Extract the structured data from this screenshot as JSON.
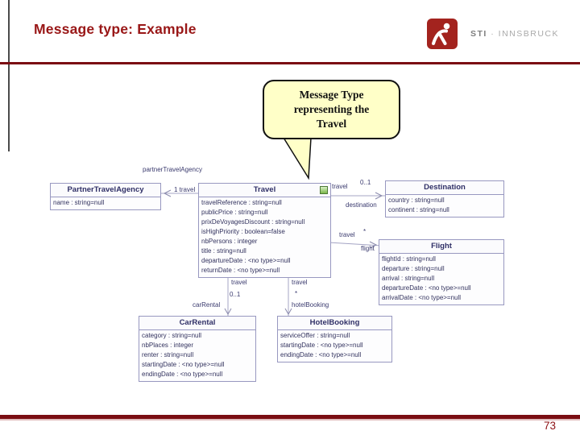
{
  "slide": {
    "title": "Message type: Example",
    "page_number": "73"
  },
  "logo": {
    "org": "STI",
    "city": "· INNSBRUCK",
    "brand_color": "#a3231e"
  },
  "callout": {
    "line1": "Message Type",
    "line2": "representing the",
    "line3": "Travel",
    "bg_color": "#ffffc8"
  },
  "diagram": {
    "classes": {
      "partner": {
        "name": "PartnerTravelAgency",
        "attrs": [
          "name : string=null"
        ]
      },
      "travel": {
        "name": "Travel",
        "attrs": [
          "travelReference : string=null",
          "publicPrice : string=null",
          "prixDeVoyagesDiscount : string=null",
          "isHighPriority : boolean=false",
          "nbPersons : integer",
          "title : string=null",
          "departureDate : <no type>=null",
          "returnDate : <no type>=null"
        ]
      },
      "destination": {
        "name": "Destination",
        "attrs": [
          "country : string=null",
          "continent : string=null"
        ]
      },
      "flight": {
        "name": "Flight",
        "attrs": [
          "flightId : string=null",
          "departure : string=null",
          "arrival : string=null",
          "departureDate : <no type>=null",
          "arrivalDate : <no type>=null"
        ]
      },
      "carrental": {
        "name": "CarRental",
        "attrs": [
          "category : string=null",
          "nbPlaces : integer",
          "renter : string=null",
          "startingDate : <no type>=null",
          "endingDate : <no type>=null"
        ]
      },
      "hotel": {
        "name": "HotelBooking",
        "attrs": [
          "serviceOffer : string=null",
          "startingDate : <no type>=null",
          "endingDate : <no type>=null"
        ]
      }
    },
    "edges": {
      "agency_travel": {
        "assoc_label": "partnerTravelAgency",
        "role": "1 travel"
      },
      "travel_destination": {
        "near": "travel",
        "mult": "0..1",
        "far": "destination"
      },
      "travel_flight": {
        "near": "travel",
        "mult": "*",
        "far": "flight"
      },
      "travel_carrental": {
        "near": "travel",
        "mult": "0..1",
        "far": "carRental"
      },
      "travel_hotel": {
        "near": "travel",
        "mult": "*",
        "far": "hotelBooking"
      }
    }
  }
}
